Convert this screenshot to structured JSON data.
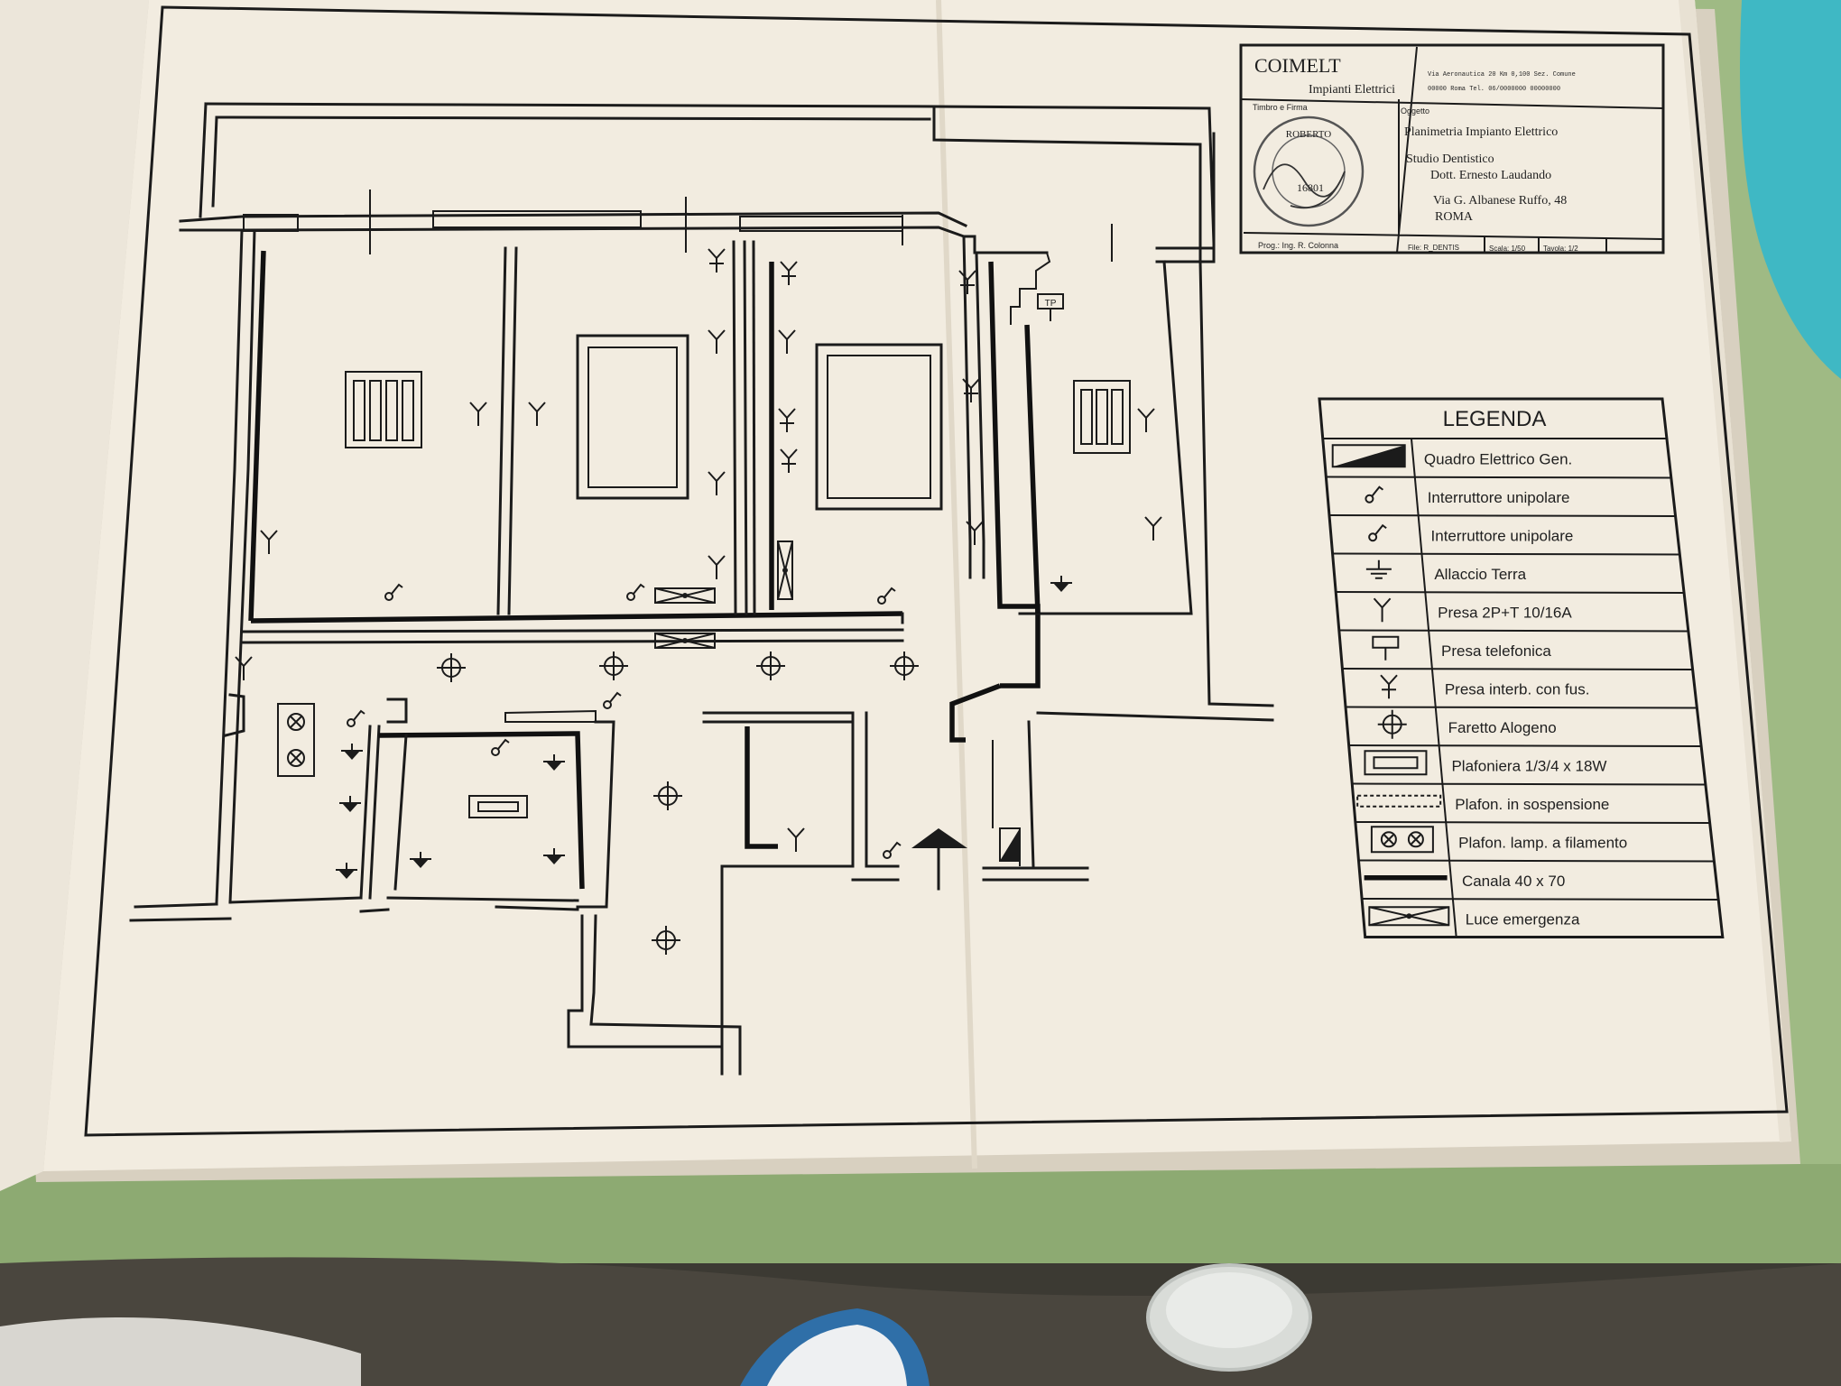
{
  "company": {
    "name": "COIMELT",
    "subtitle": "Impianti Elettrici",
    "address_line1": "Via Aeronautica 20 Km 0,100 Sez. Comune",
    "address_line2": "00000 Roma Tel. 06/0000000 00000000"
  },
  "title_block": {
    "stamp_label": "Timbro e Firma",
    "subject_label": "Oggetto",
    "subject": "Planimetria Impianto Elettrico",
    "client_line1": "Studio Dentistico",
    "client_line2": "Dott. Ernesto Laudando",
    "address": "Via G. Albanese Ruffo, 48",
    "city": "ROMA",
    "stamp_name": "ROBERTO",
    "stamp_number": "16801",
    "designer": "Prog.: Ing. R. Colonna",
    "file": "File: R_DENTIS",
    "scale": "Scala: 1/50",
    "sheet": "Tavola: 1/2"
  },
  "plan_labels": {
    "phone_tag": "TP"
  },
  "legend": {
    "title": "LEGENDA",
    "items": [
      {
        "symbol": "panel-icon",
        "label": "Quadro Elettrico Gen."
      },
      {
        "symbol": "switch-icon",
        "label": "Interruttore unipolare"
      },
      {
        "symbol": "switch-icon",
        "label": "Interruttore unipolare"
      },
      {
        "symbol": "ground-icon",
        "label": "Allaccio Terra"
      },
      {
        "symbol": "outlet-icon",
        "label": "Presa 2P+T 10/16A"
      },
      {
        "symbol": "phone-outlet-icon",
        "label": "Presa telefonica"
      },
      {
        "symbol": "fused-outlet-icon",
        "label": "Presa interb. con fus."
      },
      {
        "symbol": "spotlight-icon",
        "label": "Faretto Alogeno"
      },
      {
        "symbol": "ceiling-light-icon",
        "label": "Plafoniera 1/3/4 x 18W"
      },
      {
        "symbol": "suspended-ceiling-icon",
        "label": "Plafon. in sospensione"
      },
      {
        "symbol": "filament-lamp-icon",
        "label": "Plafon. lamp. a filamento"
      },
      {
        "symbol": "cable-duct-icon",
        "label": "Canala 40 x 70"
      },
      {
        "symbol": "emergency-light-icon",
        "label": "Luce emergenza"
      }
    ]
  },
  "colors": {
    "paper": "#f2ece0",
    "ink": "#1b1b1b",
    "cloth": "#a9c48b",
    "turquoise": "#3fb8c4"
  }
}
